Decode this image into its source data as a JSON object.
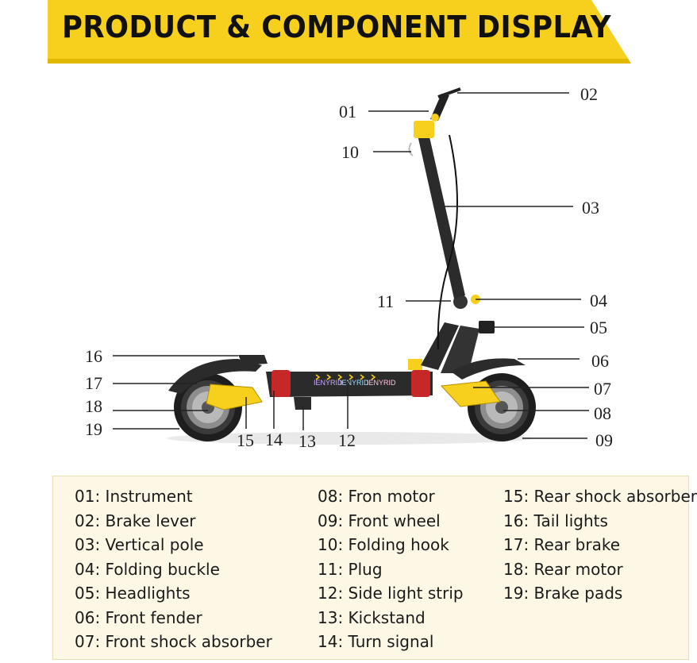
{
  "banner": {
    "title": "PRODUCT & COMPONENT DISPLAY",
    "color": "#f7cf1d"
  },
  "callouts": [
    "01",
    "02",
    "10",
    "03",
    "11",
    "04",
    "05",
    "16",
    "06",
    "17",
    "07",
    "18",
    "08",
    "19",
    "09",
    "15",
    "14",
    "13",
    "12"
  ],
  "legend": {
    "columns": [
      [
        "01: Instrument",
        "02: Brake lever",
        "03: Vertical pole",
        "04: Folding buckle",
        "05: Headlights",
        "06: Front fender",
        "07: Front shock absorber"
      ],
      [
        "08: Fron motor",
        "09: Front wheel",
        "10: Folding hook",
        "11: Plug",
        "12: Side light strip",
        "13: Kickstand",
        "14: Turn signal"
      ],
      [
        "15: Rear shock absorber",
        "16: Tail lights",
        "17: Rear brake",
        "18: Rear motor",
        "19: Brake pads"
      ]
    ]
  },
  "deck_brand": "IENYRID",
  "colors": {
    "accent": "#f7cf1d",
    "frame": "#2b2b2b",
    "legend_bg": "#fdf8e6"
  }
}
